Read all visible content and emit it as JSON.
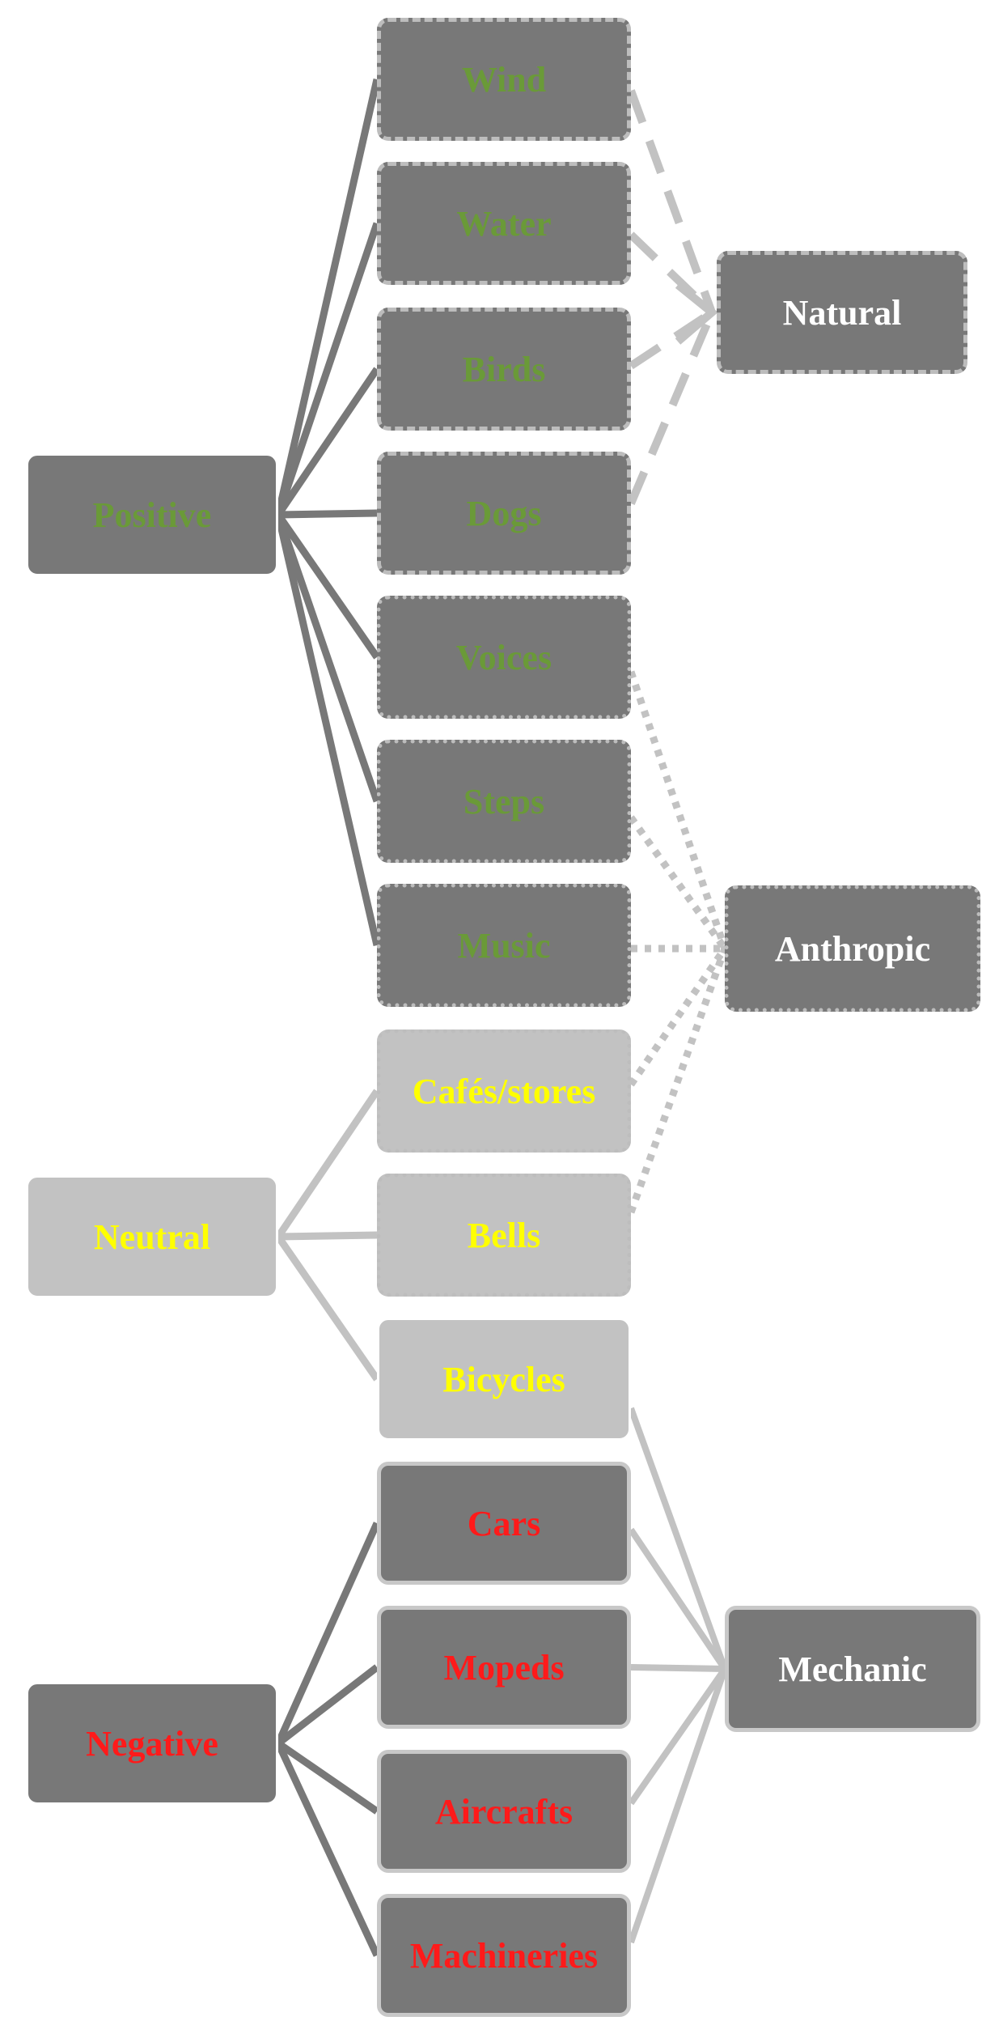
{
  "categories": {
    "positive": {
      "label": "Positive",
      "color": "#6a9a38"
    },
    "neutral": {
      "label": "Neutral",
      "color": "#ffff00"
    },
    "negative": {
      "label": "Negative",
      "color": "#ff1a1a"
    }
  },
  "sources": {
    "wind": "Wind",
    "water": "Water",
    "birds": "Birds",
    "dogs": "Dogs",
    "voices": "Voices",
    "steps": "Steps",
    "music": "Music",
    "cafes": "Cafés/stores",
    "bells": "Bells",
    "bicycles": "Bicycles",
    "cars": "Cars",
    "mopeds": "Mopeds",
    "aircrafts": "Aircrafts",
    "machineries": "Machineries"
  },
  "types": {
    "natural": "Natural",
    "anthropic": "Anthropic",
    "mechanic": "Mechanic"
  },
  "links": {
    "category_to_source": {
      "positive": [
        "wind",
        "water",
        "birds",
        "dogs",
        "voices",
        "steps",
        "music"
      ],
      "neutral": [
        "cafes",
        "bells",
        "bicycles"
      ],
      "negative": [
        "cars",
        "mopeds",
        "aircrafts",
        "machineries"
      ]
    },
    "source_to_type": {
      "natural": [
        "wind",
        "water",
        "birds",
        "dogs"
      ],
      "anthropic": [
        "voices",
        "steps",
        "music",
        "cafes",
        "bells"
      ],
      "mechanic": [
        "bicycles",
        "cars",
        "mopeds",
        "aircrafts",
        "machineries"
      ]
    }
  },
  "colors": {
    "dark_box": "#787878",
    "light_box": "#c2c2c2",
    "dark_line": "#787878",
    "light_line": "#c2c2c2",
    "white_text": "#ffffff"
  }
}
